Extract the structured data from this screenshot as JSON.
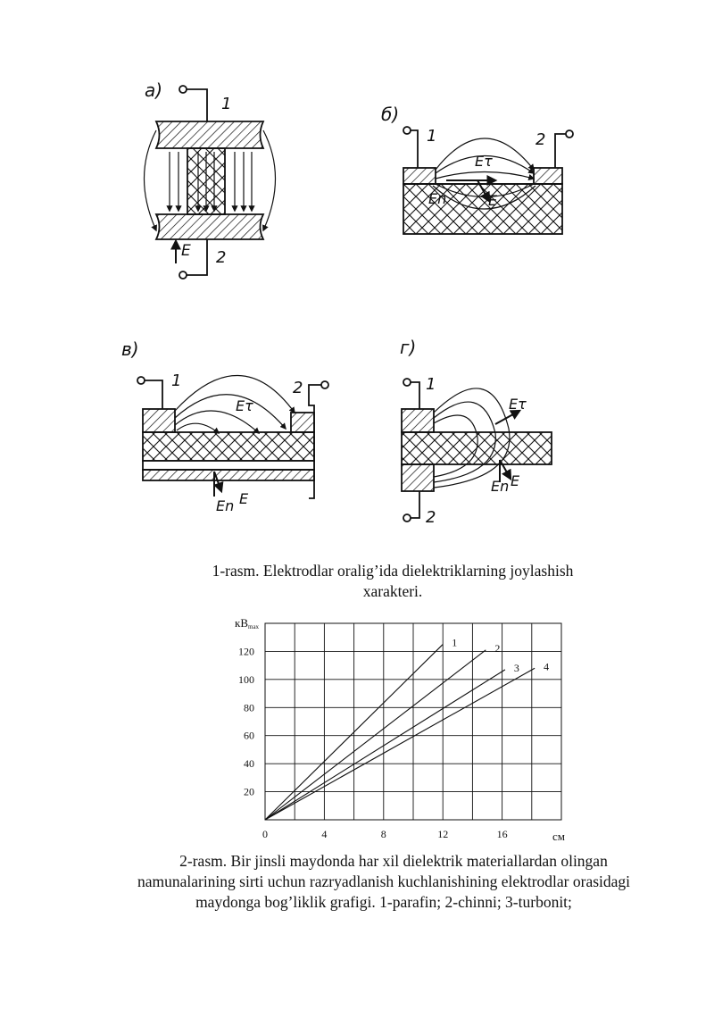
{
  "figure1": {
    "panels": [
      {
        "letter": "a)",
        "e1": "1",
        "e2": "2",
        "labels": [
          "E"
        ]
      },
      {
        "letter": "б)",
        "e1": "1",
        "e2": "2",
        "labels": [
          "Eτ",
          "En",
          "E"
        ]
      },
      {
        "letter": "в)",
        "e1": "1",
        "e2": "2",
        "labels": [
          "Eτ",
          "En",
          "E"
        ]
      },
      {
        "letter": "г)",
        "e1": "1",
        "e2": "2",
        "labels": [
          "Eτ",
          "En",
          "E"
        ]
      }
    ],
    "caption_line1": "1-rasm. Elektrodlar oralig’ida dielektriklarning joylashish",
    "caption_line2": "xarakteri."
  },
  "chart_data": {
    "type": "line",
    "ylabel": "кВ",
    "ylabel_sub": "max",
    "xlabel": "см",
    "xlim": [
      0,
      20
    ],
    "ylim": [
      0,
      140
    ],
    "x_ticks": [
      0,
      4,
      8,
      12,
      16
    ],
    "y_ticks": [
      20,
      40,
      60,
      80,
      100,
      120
    ],
    "grid": true,
    "series": [
      {
        "name": "1",
        "x": [
          0,
          12
        ],
        "y": [
          0,
          125
        ]
      },
      {
        "name": "2",
        "x": [
          0,
          14.9
        ],
        "y": [
          0,
          121
        ]
      },
      {
        "name": "3",
        "x": [
          0,
          16.2
        ],
        "y": [
          0,
          107
        ]
      },
      {
        "name": "4",
        "x": [
          0,
          18.2
        ],
        "y": [
          0,
          108
        ]
      }
    ]
  },
  "caption2": {
    "line1": "2-rasm. Bir jinsli maydonda har xil dielektrik materiallardan olingan",
    "line2": "namunalarining sirti uchun razryadlanish kuchlanishining elektrodlar orasidagi",
    "line3": "maydonga bog’liklik grafigi. 1-parafin; 2-chinni; 3-turbonit;"
  }
}
